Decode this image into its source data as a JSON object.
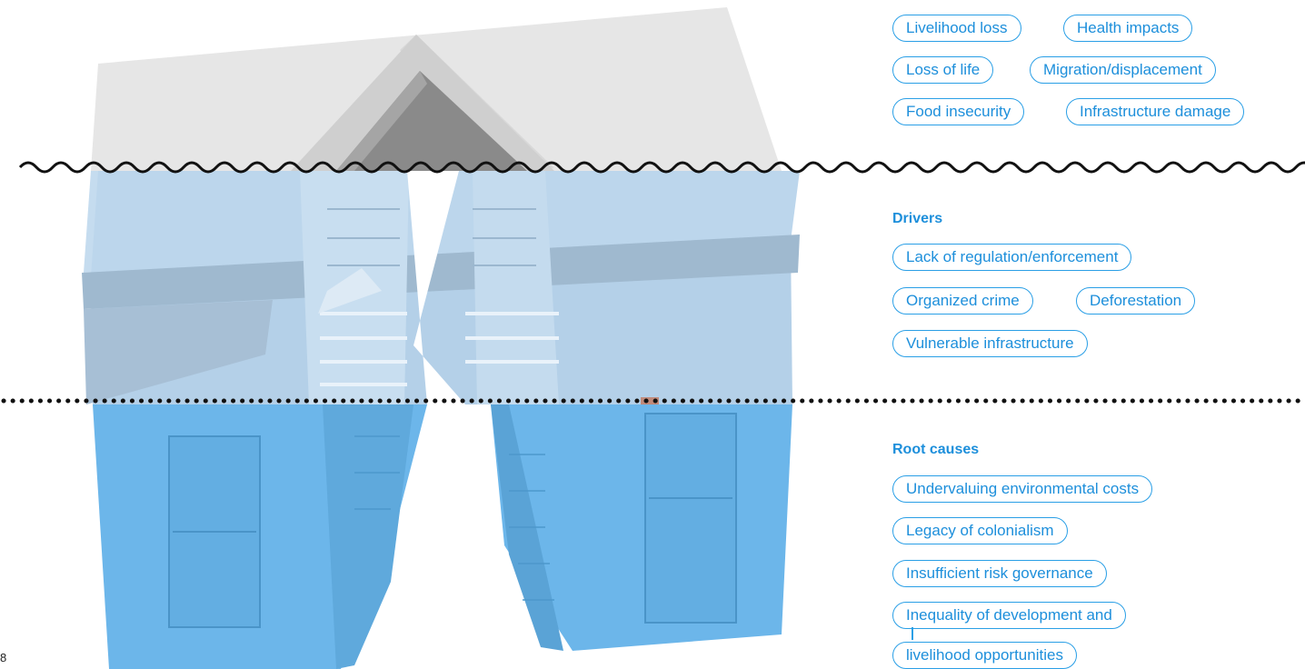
{
  "impacts": {
    "items": [
      {
        "label": "Livelihood loss"
      },
      {
        "label": "Health impacts"
      },
      {
        "label": "Loss of life"
      },
      {
        "label": "Migration/displacement"
      },
      {
        "label": "Food insecurity"
      },
      {
        "label": "Infrastructure damage"
      }
    ]
  },
  "drivers": {
    "heading": "Drivers",
    "items": [
      {
        "label": "Lack of regulation/enforcement"
      },
      {
        "label": "Organized crime"
      },
      {
        "label": "Deforestation"
      },
      {
        "label": "Vulnerable infrastructure"
      }
    ]
  },
  "root_causes": {
    "heading": "Root causes",
    "items": [
      {
        "label": "Undervaluing environmental costs"
      },
      {
        "label": "Legacy of colonialism"
      },
      {
        "label": "Insufficient risk governance"
      },
      {
        "label": "Inequality of development and"
      },
      {
        "label": "livelihood opportunities"
      }
    ]
  },
  "page_number": "8",
  "colors": {
    "accent": "#1d8fdb",
    "roof_grey": "#e6e6e6",
    "mid_blue": "#bcd8ee",
    "deep_blue": "#6cb6ea"
  }
}
